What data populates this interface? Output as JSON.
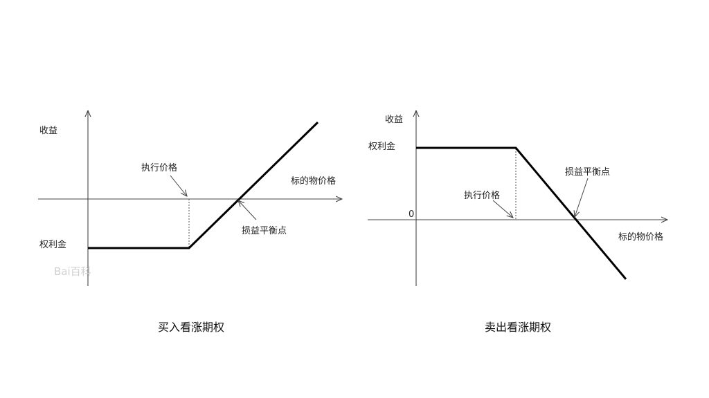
{
  "left_chart": {
    "y_axis_label": "收益",
    "x_axis_label": "标的物价格",
    "strike_label": "执行价格",
    "breakeven_label": "损益平衡点",
    "premium_label": "权利金",
    "caption": "买入看涨期权",
    "watermark": "Bai百科"
  },
  "right_chart": {
    "y_axis_label": "收益",
    "x_axis_label": "标的物价格",
    "strike_label": "执行价格",
    "breakeven_label": "损益平衡点",
    "premium_label": "权利金",
    "origin_label": "0",
    "caption": "卖出看涨期权"
  },
  "colors": {
    "axis": "#444444",
    "payoff_line": "#000000",
    "dashed_line": "#555555"
  }
}
